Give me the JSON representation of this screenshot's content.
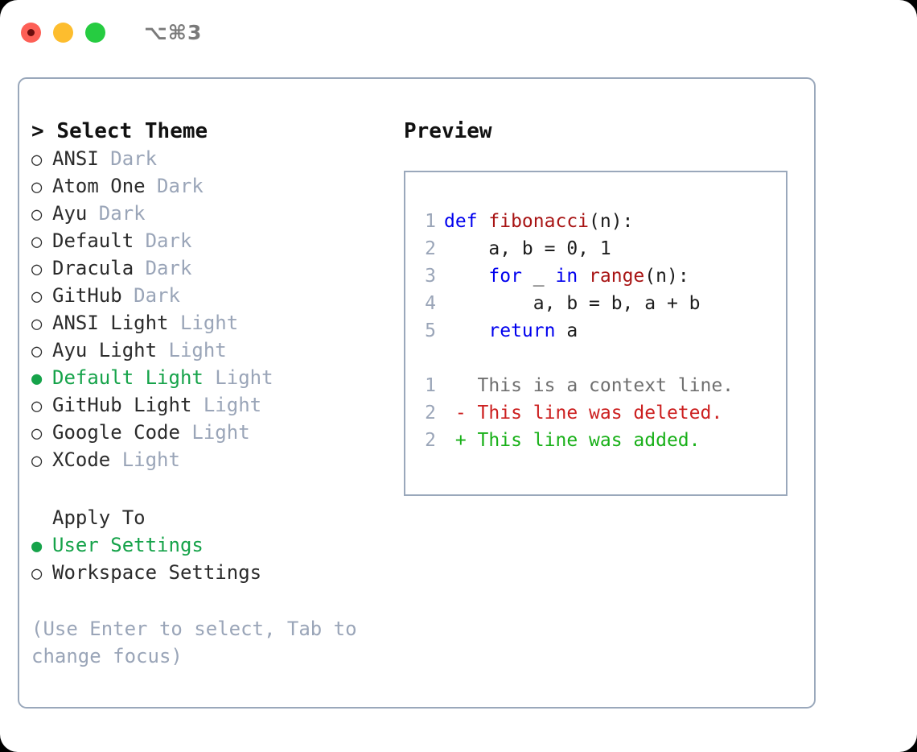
{
  "titlebar": {
    "lights": [
      {
        "name": "close",
        "color": "#fd5f56",
        "active": true
      },
      {
        "name": "minimize",
        "color": "#fdbd2e",
        "active": false
      },
      {
        "name": "maximize",
        "color": "#26cc41",
        "active": false
      }
    ],
    "shortcut": "⌥⌘3"
  },
  "theme_panel": {
    "heading_caret": ">",
    "heading": "Select Theme",
    "selected_theme": "Default Light",
    "options": [
      {
        "label": "ANSI",
        "tag": "Dark",
        "selected": false
      },
      {
        "label": "Atom One",
        "tag": "Dark",
        "selected": false
      },
      {
        "label": "Ayu",
        "tag": "Dark",
        "selected": false
      },
      {
        "label": "Default",
        "tag": "Dark",
        "selected": false
      },
      {
        "label": "Dracula",
        "tag": "Dark",
        "selected": false
      },
      {
        "label": "GitHub",
        "tag": "Dark",
        "selected": false
      },
      {
        "label": "ANSI Light",
        "tag": "Light",
        "selected": false
      },
      {
        "label": "Ayu Light",
        "tag": "Light",
        "selected": false
      },
      {
        "label": "Default Light",
        "tag": "Light",
        "selected": true
      },
      {
        "label": "GitHub Light",
        "tag": "Light",
        "selected": false
      },
      {
        "label": "Google Code",
        "tag": "Light",
        "selected": false
      },
      {
        "label": "XCode",
        "tag": "Light",
        "selected": false
      }
    ]
  },
  "apply_to": {
    "heading": "Apply To",
    "selected": "User Settings",
    "options": [
      {
        "label": "User Settings",
        "selected": true
      },
      {
        "label": "Workspace Settings",
        "selected": false
      }
    ]
  },
  "hint": "(Use Enter to select, Tab to change focus)",
  "preview": {
    "title": "Preview",
    "code_lines": [
      {
        "lineno": "1",
        "tokens": [
          {
            "text": "def ",
            "type": "keyword"
          },
          {
            "text": "fibonacci",
            "type": "function"
          },
          {
            "text": "(n):",
            "type": "plain"
          }
        ]
      },
      {
        "lineno": "2",
        "tokens": [
          {
            "text": "    a, b = 0, 1",
            "type": "plain"
          }
        ]
      },
      {
        "lineno": "3",
        "tokens": [
          {
            "text": "    ",
            "type": "plain"
          },
          {
            "text": "for",
            "type": "keyword"
          },
          {
            "text": " _ ",
            "type": "plain"
          },
          {
            "text": "in",
            "type": "keyword"
          },
          {
            "text": " ",
            "type": "plain"
          },
          {
            "text": "range",
            "type": "function"
          },
          {
            "text": "(n):",
            "type": "plain"
          }
        ]
      },
      {
        "lineno": "4",
        "tokens": [
          {
            "text": "        a, b = b, a + b",
            "type": "plain"
          }
        ]
      },
      {
        "lineno": "5",
        "tokens": [
          {
            "text": "    ",
            "type": "plain"
          },
          {
            "text": "return",
            "type": "keyword"
          },
          {
            "text": " a",
            "type": "plain"
          }
        ]
      }
    ],
    "diff_lines": [
      {
        "lineno": "1",
        "marker": " ",
        "text": "This is a context line.",
        "type": "context"
      },
      {
        "lineno": "2",
        "marker": "-",
        "text": "This line was deleted.",
        "type": "deleted"
      },
      {
        "lineno": "2",
        "marker": "+",
        "text": "This line was added.",
        "type": "added"
      }
    ]
  },
  "colors": {
    "accent_green": "#16a34a",
    "keyword_blue": "#0000ee",
    "function_red": "#a81414",
    "muted_gray": "#9aa5b8",
    "border": "#9aa8bb",
    "diff_deleted": "#cc2020",
    "diff_added": "#18b018",
    "diff_context": "#6f6f6f"
  }
}
